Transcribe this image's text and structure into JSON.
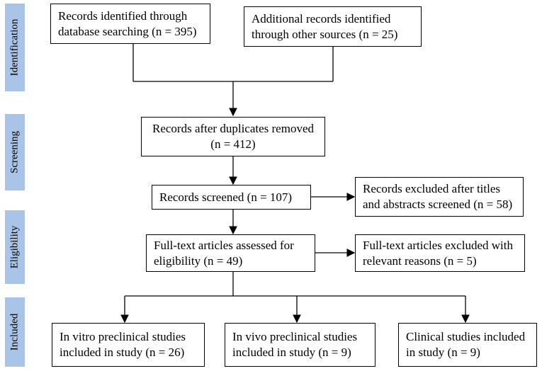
{
  "phases": {
    "identification": "Identification",
    "screening": "Screening",
    "eligibility": "Eligibility",
    "included": "Included"
  },
  "boxes": {
    "database_records": "Records identified through\ndatabase searching (n = 395)",
    "other_records": "Additional records identified\nthrough other sources (n = 25)",
    "after_duplicates": "Records after duplicates removed\n(n = 412)",
    "screened": "Records screened (n = 107)",
    "excluded_titles": "Records excluded after titles\nand abstracts screened (n = 58)",
    "fulltext_assessed": "Full-text articles assessed for\neligibility (n = 49)",
    "fulltext_excluded": "Full-text articles excluded with\nrelevant reasons (n = 5)",
    "in_vitro": "In vitro preclinical studies\nincluded in study  (n = 26)",
    "in_vivo": "In vivo preclinical studies\nincluded in study  (n = 9)",
    "clinical": "Clinical studies included\nin study  (n = 9)"
  }
}
